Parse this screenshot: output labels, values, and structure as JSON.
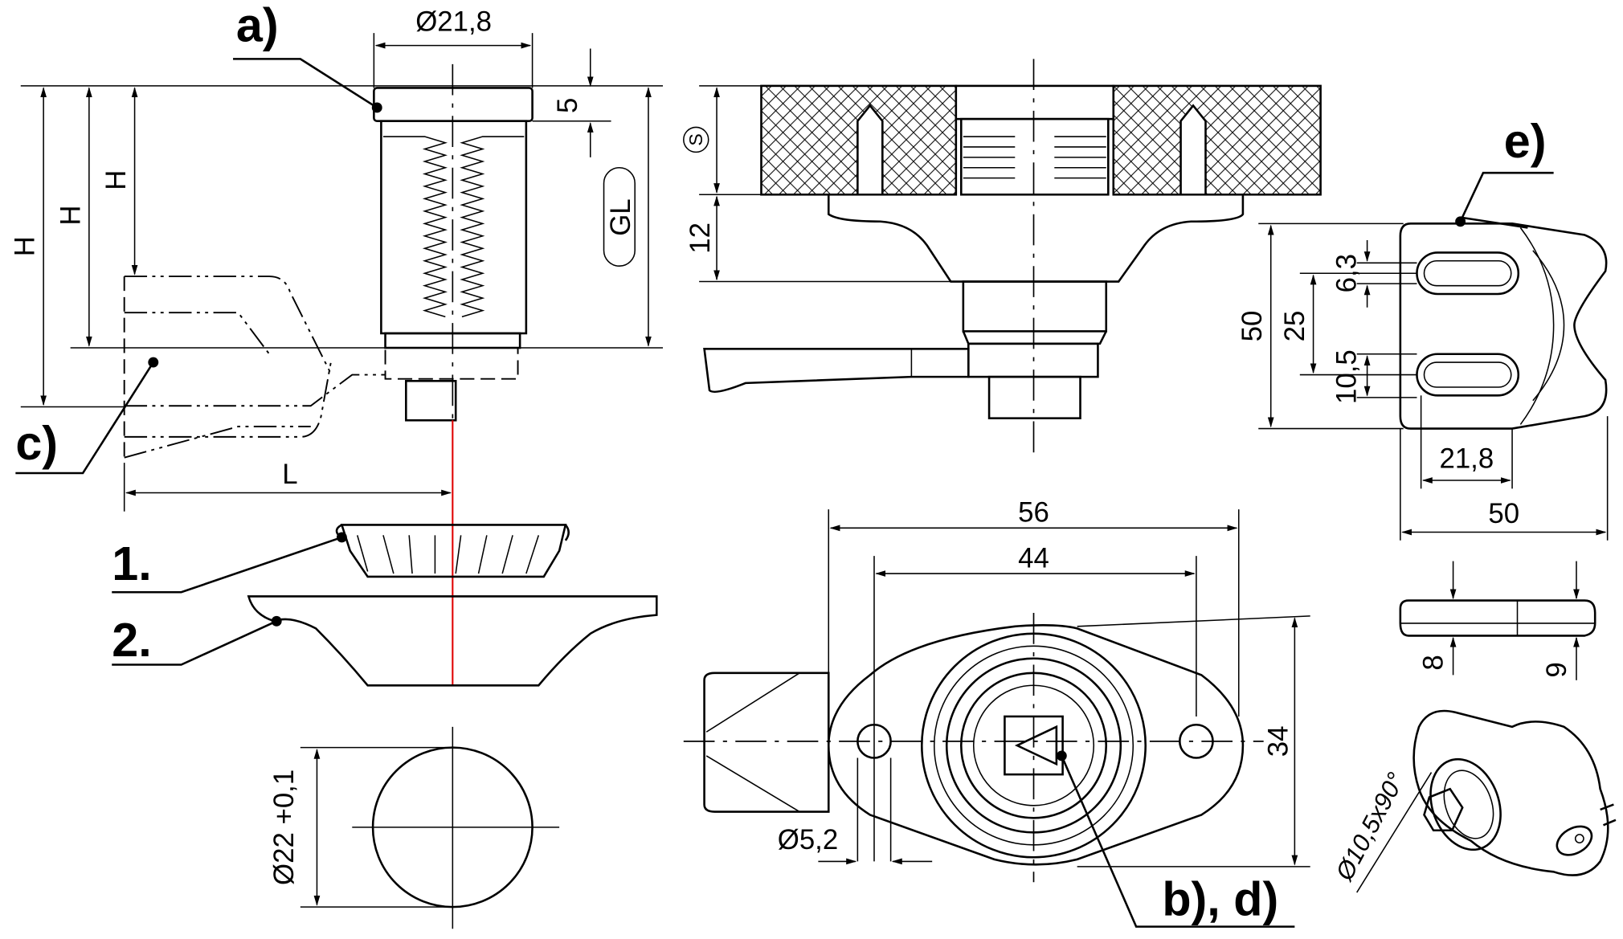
{
  "callouts": {
    "a": "a)",
    "bd": "b), d)",
    "c": "c)",
    "e": "e)",
    "one": "1.",
    "two": "2."
  },
  "dimensions": {
    "cam_diameter": "Ø21,8",
    "head_height": "5",
    "grip_length": "GL",
    "height_1": "H",
    "height_2": "H",
    "height_3": "H",
    "lever_length": "L",
    "panel_thickness": "S",
    "flange_height": "12",
    "flange_width": "56",
    "hole_spacing": "44",
    "flange_depth": "34",
    "hole_diameter": "Ø5,2",
    "cutout_diameter": "Ø22 +0,1",
    "countersink": "Ø10,5x90°",
    "cam_slot_width": "6,3",
    "cam_slot_spacing": "25",
    "cam_height": "50",
    "cam_offset": "10,5",
    "cam_bore": "21,8",
    "cam_length": "50",
    "cam_thickness": "8",
    "cam_thickness_end": "9"
  }
}
